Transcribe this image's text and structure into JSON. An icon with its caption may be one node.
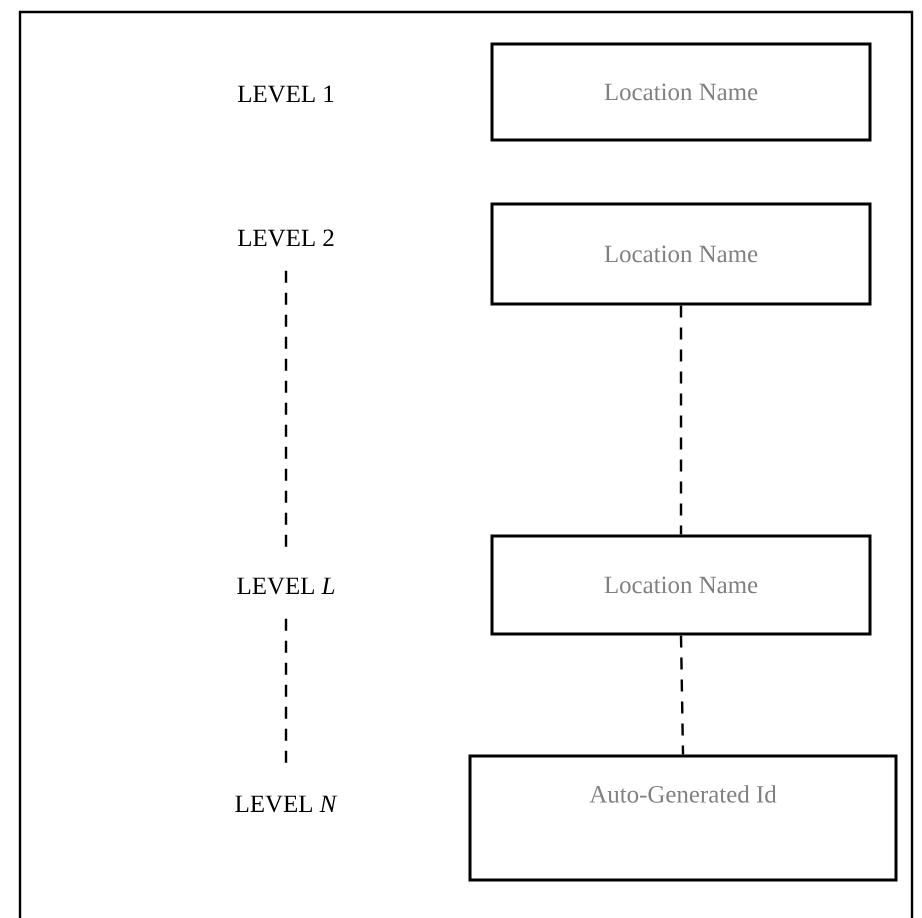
{
  "diagram": {
    "nodes": [
      {
        "text": [
          "LEVEL 1"
        ]
      },
      {
        "text": [
          "Location Name"
        ]
      },
      {
        "text": [
          "LEVEL 2"
        ]
      },
      {
        "text": [
          "Location Name"
        ]
      },
      {
        "text": [
          "LEVEL *L*"
        ]
      },
      {
        "text": [
          "Location Name"
        ]
      },
      {
        "text": [
          "LEVEL *N*"
        ]
      },
      {
        "text": [
          "Auto-Generated Id"
        ]
      }
    ],
    "edges": [
      {
        "from": 2,
        "to": 4,
        "arrow": "none",
        "style": "dashed"
      },
      {
        "from": 3,
        "to": 5,
        "arrow": "none",
        "style": "dashed"
      },
      {
        "from": 4,
        "to": 6,
        "arrow": "none",
        "style": "dashed"
      },
      {
        "from": 5,
        "to": 7,
        "arrow": "none",
        "style": "dashed"
      }
    ]
  }
}
